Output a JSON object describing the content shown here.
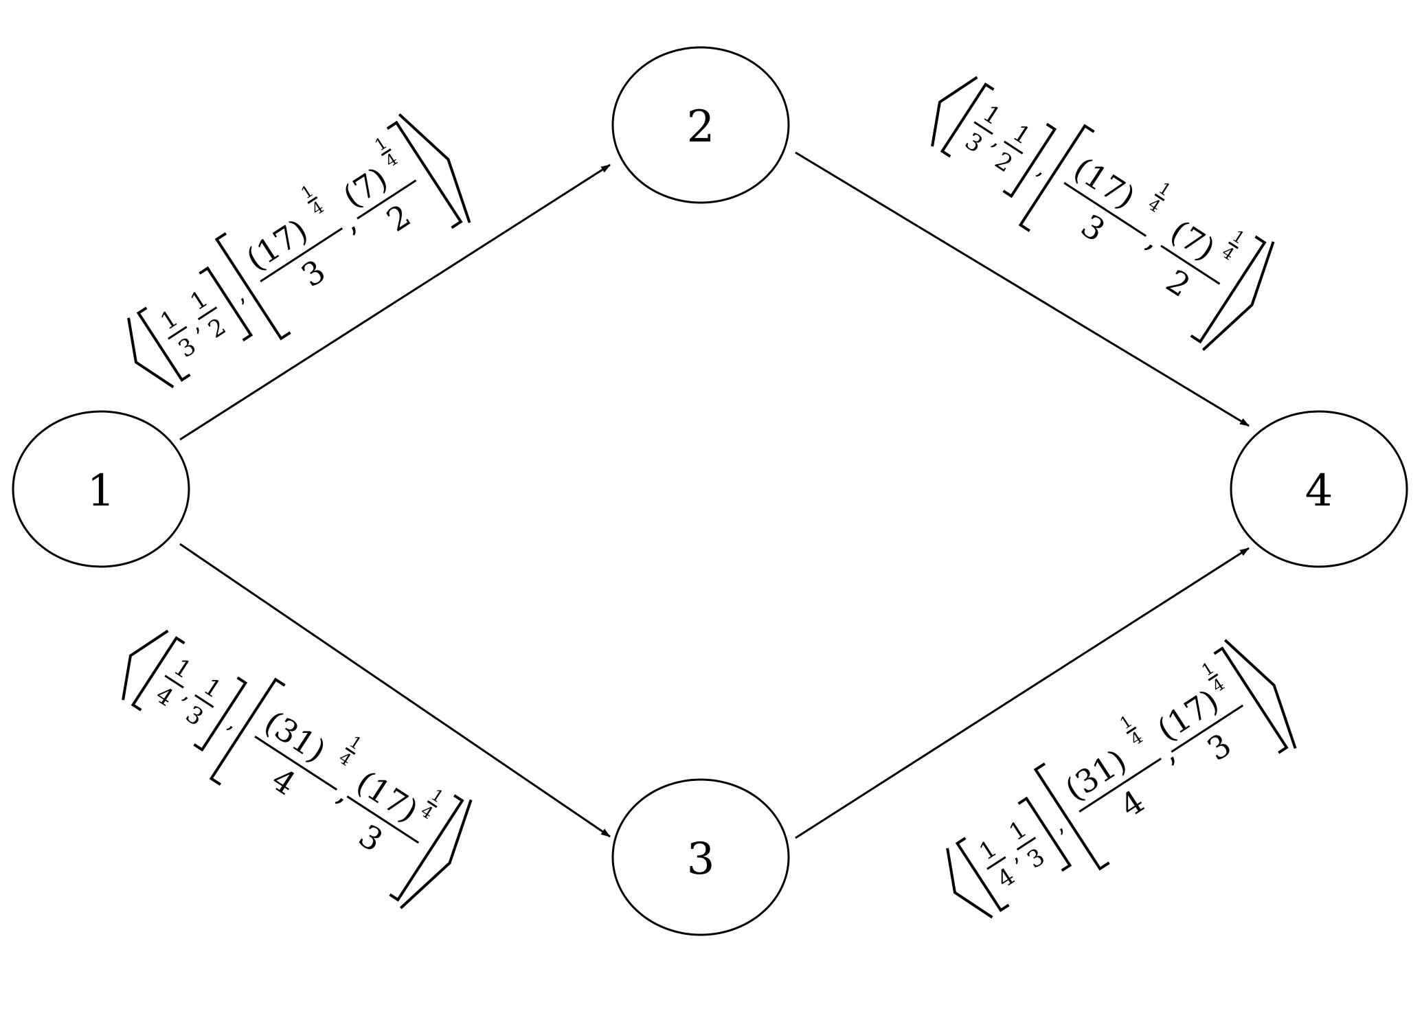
{
  "nodes": [
    {
      "id": "1",
      "label": "1"
    },
    {
      "id": "2",
      "label": "2"
    },
    {
      "id": "3",
      "label": "3"
    },
    {
      "id": "4",
      "label": "4"
    }
  ],
  "edges": [
    {
      "from": "1",
      "to": "2",
      "label": {
        "lower": [
          "1",
          "3",
          "1",
          "2"
        ],
        "upper": [
          "(17)",
          "1",
          "4",
          "3",
          "(7)",
          "1",
          "4",
          "2"
        ]
      }
    },
    {
      "from": "2",
      "to": "4",
      "label": {
        "lower": [
          "1",
          "3",
          "1",
          "2"
        ],
        "upper": [
          "(17)",
          "1",
          "4",
          "3",
          "(7)",
          "1",
          "4",
          "2"
        ]
      }
    },
    {
      "from": "1",
      "to": "3",
      "label": {
        "lower": [
          "1",
          "4",
          "1",
          "3"
        ],
        "upper": [
          "(31)",
          "1",
          "4",
          "4",
          "(17)",
          "1",
          "4",
          "3"
        ]
      }
    },
    {
      "from": "3",
      "to": "4",
      "label": {
        "lower": [
          "1",
          "4",
          "1",
          "3"
        ],
        "upper": [
          "(31)",
          "1",
          "4",
          "4",
          "(17)",
          "1",
          "4",
          "3"
        ]
      }
    }
  ],
  "separator": ","
}
